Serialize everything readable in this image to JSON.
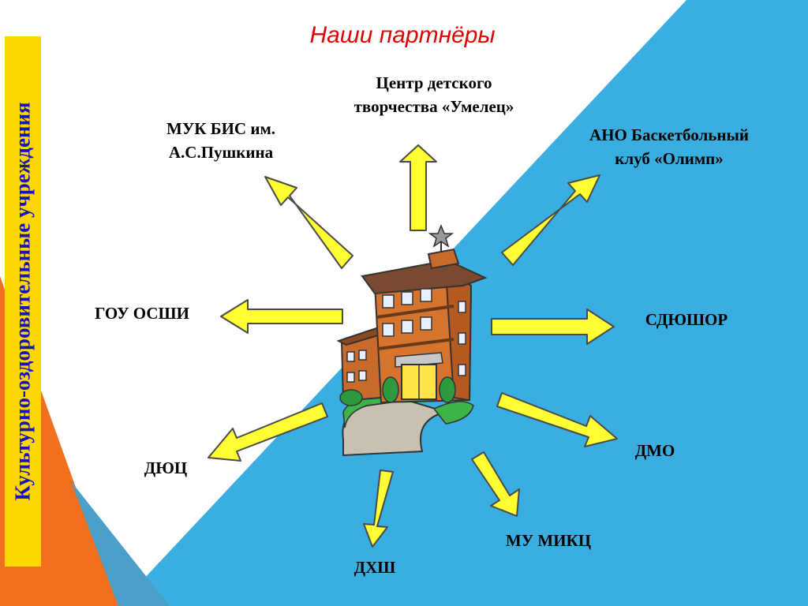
{
  "title": "Наши партнёры",
  "side_label": "Культурно-оздоровительные учреждения",
  "colors": {
    "title": "#e00000",
    "side_bar": "#ffd700",
    "side_text": "#1414b8",
    "blue": "#3aaee0",
    "orange": "#f07020",
    "arrow_fill": "#ffff33",
    "arrow_stroke": "#4a4a4a"
  },
  "center_icon": "school-building-icon",
  "partners": [
    {
      "id": "umelets",
      "lines": [
        "Центр детского",
        "творчества «Умелец»"
      ]
    },
    {
      "id": "muk-bis",
      "lines": [
        "МУК БИС им.",
        "А.С.Пушкина"
      ]
    },
    {
      "id": "ano-olimp",
      "lines": [
        "АНО Баскетбольный",
        "клуб «Олимп»"
      ]
    },
    {
      "id": "gou-osshi",
      "lines": [
        "ГОУ ОСШИ"
      ]
    },
    {
      "id": "sdyushor",
      "lines": [
        "СДЮШОР"
      ]
    },
    {
      "id": "dyuts",
      "lines": [
        "ДЮЦ"
      ]
    },
    {
      "id": "dmo",
      "lines": [
        "ДМО"
      ]
    },
    {
      "id": "mu-mikts",
      "lines": [
        "МУ МИКЦ"
      ]
    },
    {
      "id": "dhsh",
      "lines": [
        "ДХШ"
      ]
    }
  ]
}
